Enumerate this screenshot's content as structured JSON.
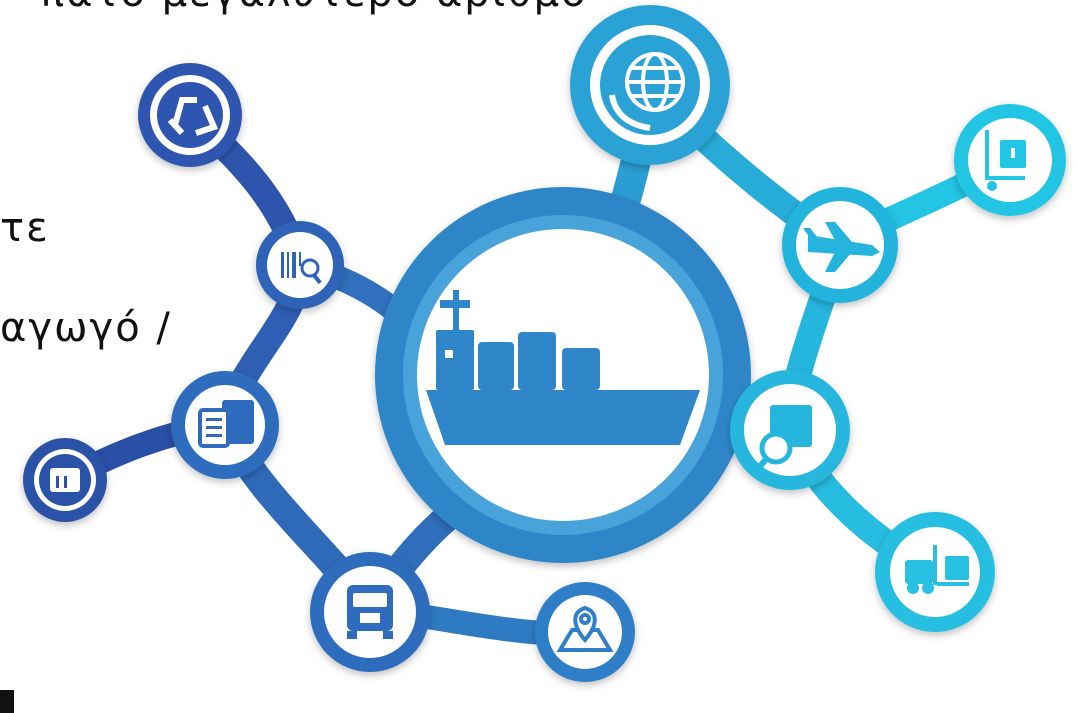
{
  "slide": {
    "text_top": "πάτο μεγαλύτερο αριθμό",
    "text_line1": "τε",
    "text_line2": "αγωγό /"
  },
  "infographic": {
    "center": {
      "icon": "cargo-ship-icon",
      "color": "#2f86c9"
    },
    "nodes": [
      {
        "name": "recycle-node",
        "icon": "recycle-icon",
        "color": "#2f56b0"
      },
      {
        "name": "barcode-scan-node",
        "icon": "barcode-search-icon",
        "color": "#2f63b8"
      },
      {
        "name": "clipboard-box-node",
        "icon": "clipboard-box-icon",
        "color": "#2f6cbd"
      },
      {
        "name": "package-node",
        "icon": "package-up-icon",
        "color": "#2a53a8"
      },
      {
        "name": "truck-node",
        "icon": "truck-icon",
        "color": "#2f6cbd"
      },
      {
        "name": "map-pin-node",
        "icon": "map-pin-icon",
        "color": "#2e7fc7"
      },
      {
        "name": "globe-phone-node",
        "icon": "globe-phone-icon",
        "color": "#2aa2d6"
      },
      {
        "name": "hand-truck-node",
        "icon": "hand-truck-icon",
        "color": "#22c6e4"
      },
      {
        "name": "airplane-node",
        "icon": "airplane-icon",
        "color": "#24b4dd"
      },
      {
        "name": "box-search-node",
        "icon": "box-search-icon",
        "color": "#25b6de"
      },
      {
        "name": "forklift-node",
        "icon": "forklift-icon",
        "color": "#27bfe2"
      }
    ]
  }
}
